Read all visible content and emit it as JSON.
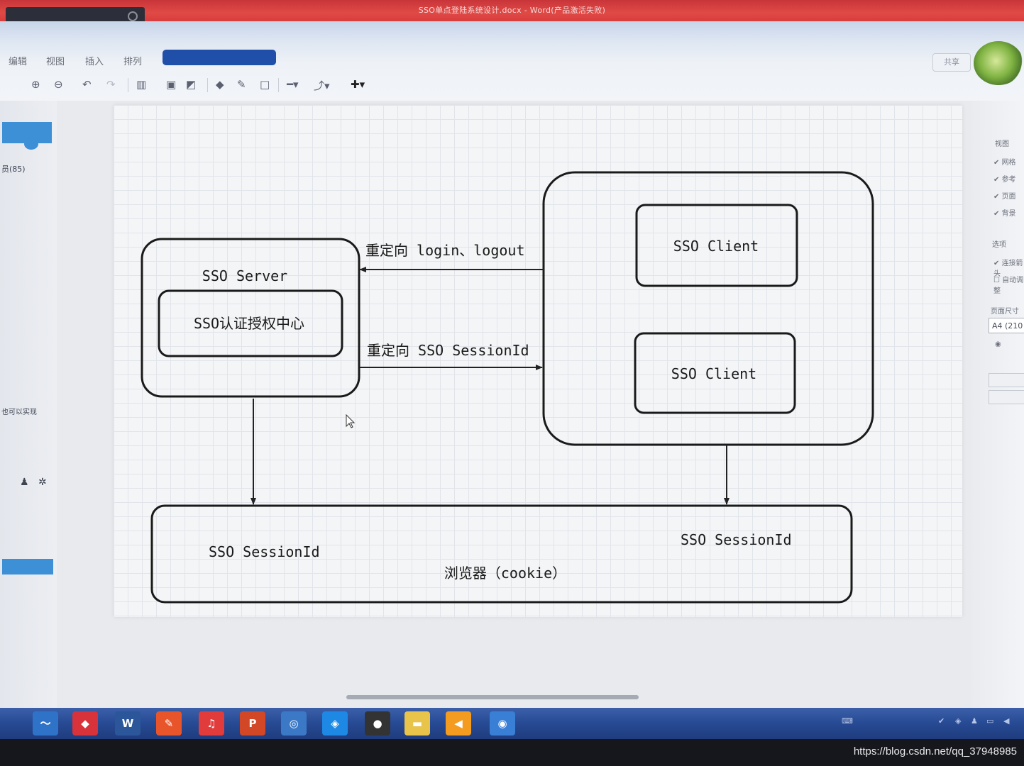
{
  "window": {
    "title": "SSO单点登陆系统设计.docx - Word(产品激活失败)"
  },
  "ribbon": {
    "tabs": [
      "编辑",
      "视图",
      "插入",
      "排列"
    ],
    "share_label": "共享"
  },
  "left_panel": {
    "count_label": "员(85)",
    "side_text": "也可以实现"
  },
  "right_panel": {
    "section_view": "视图",
    "view_checks": [
      "网格",
      "参考",
      "页面",
      "背景"
    ],
    "section_options": "选项",
    "option_checks": [
      "连接箭头",
      "自动调整"
    ],
    "page_size_label": "页面尺寸",
    "page_size_value": "A4 (210"
  },
  "diagram": {
    "server_box_label": "SSO Server",
    "auth_center_label": "SSO认证授权中心",
    "arrow_top_label": "重定向 login、logout",
    "arrow_bottom_label": "重定向 SSO SessionId",
    "client_labels": [
      "SSO Client",
      "SSO Client"
    ],
    "browser_left_label": "SSO SessionId",
    "browser_right_label": "SSO SessionId",
    "browser_label": "浏览器（cookie）"
  },
  "taskbar": {
    "apps": [
      {
        "name": "app-icon",
        "color": "#2f73c9",
        "glyph": "〜"
      },
      {
        "name": "red-box-icon",
        "color": "#d8323a",
        "glyph": "◆"
      },
      {
        "name": "word-icon",
        "color": "#2b579a",
        "glyph": "W"
      },
      {
        "name": "pen-icon",
        "color": "#e8552b",
        "glyph": "✎"
      },
      {
        "name": "music-icon",
        "color": "#e23b3b",
        "glyph": "♫"
      },
      {
        "name": "powerpoint-icon",
        "color": "#d24726",
        "glyph": "P"
      },
      {
        "name": "browser-icon",
        "color": "#3b79c7",
        "glyph": "◎"
      },
      {
        "name": "shield-icon",
        "color": "#1e88e5",
        "glyph": "◈"
      },
      {
        "name": "record-icon",
        "color": "#333333",
        "glyph": "●"
      },
      {
        "name": "folder-icon",
        "color": "#e8c44a",
        "glyph": "▬"
      },
      {
        "name": "speaker-icon",
        "color": "#f39c1f",
        "glyph": "◀"
      },
      {
        "name": "chrome-icon",
        "color": "#3a7fd6",
        "glyph": "◉"
      }
    ]
  },
  "watermark": "https://blog.csdn.net/qq_37948985"
}
